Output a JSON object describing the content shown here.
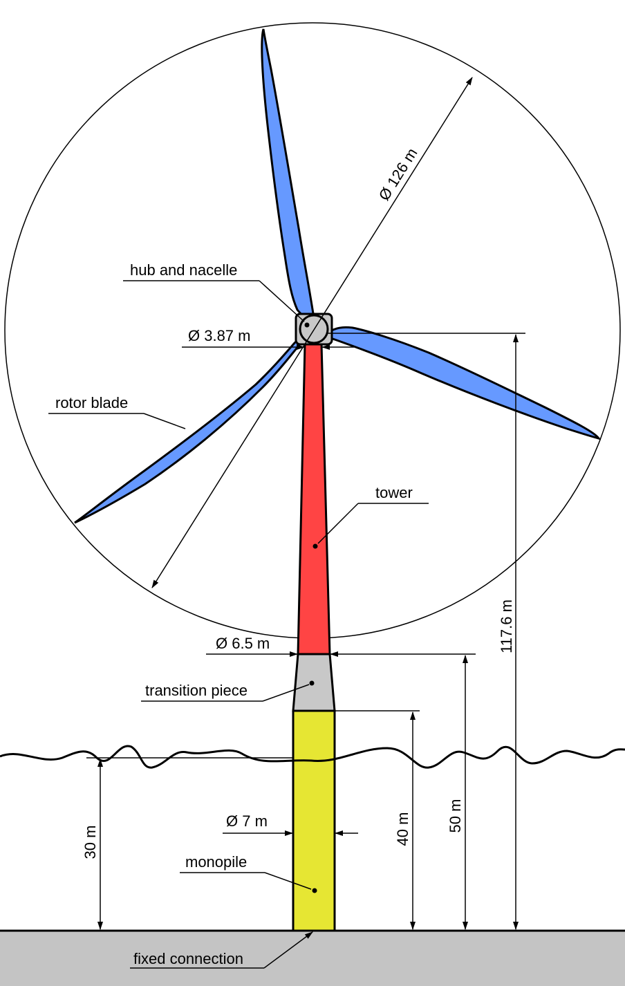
{
  "colors": {
    "blade": "#6699ff",
    "tower": "#ff4444",
    "transition": "#c8c8c8",
    "monopile": "#e6e633",
    "seabed": "#c4c4c4",
    "hub": "#c8c8c8",
    "line": "#000000"
  },
  "labels": {
    "hub": "hub and nacelle",
    "rotor_blade": "rotor blade",
    "tower": "tower",
    "transition": "transition piece",
    "monopile": "monopile",
    "fixed_connection": "fixed connection"
  },
  "dimensions": {
    "rotor_diameter": "Ø 126 m",
    "hub_diameter": "Ø 3.87 m",
    "tower_base_diameter": "Ø 6.5 m",
    "monopile_diameter": "Ø 7 m",
    "hub_height": "117.6 m",
    "transition_top_height": "50 m",
    "monopile_top_height": "40 m",
    "water_depth": "30 m"
  }
}
